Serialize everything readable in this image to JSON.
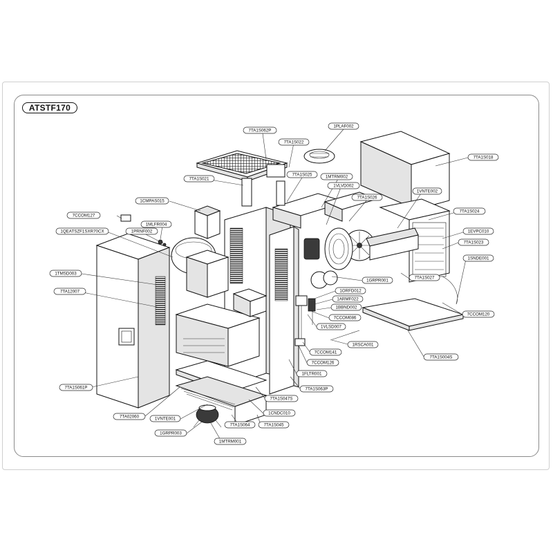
{
  "title": "ATSTF170",
  "parts": [
    {
      "id": "p1",
      "code": "7TA1S062P"
    },
    {
      "id": "p2",
      "code": "7TA1S022"
    },
    {
      "id": "p3",
      "code": "1PLAF002"
    },
    {
      "id": "p4",
      "code": "7TA1S018"
    },
    {
      "id": "p5",
      "code": "7TA1S021"
    },
    {
      "id": "p6",
      "code": "7TA1S025"
    },
    {
      "id": "p7",
      "code": "1MTRM002"
    },
    {
      "id": "p8",
      "code": "1VLVD002"
    },
    {
      "id": "p9",
      "code": "1VNTE002"
    },
    {
      "id": "p10",
      "code": "7TA1S026"
    },
    {
      "id": "p11",
      "code": "1CMPAS015"
    },
    {
      "id": "p12",
      "code": "7TA1S024"
    },
    {
      "id": "p13",
      "code": "7CCOM127"
    },
    {
      "id": "p14",
      "code": "1MLFR004"
    },
    {
      "id": "p15",
      "code": "1EVPC010"
    },
    {
      "id": "p16",
      "code": "1QEATSZF1SXR70CX"
    },
    {
      "id": "p17",
      "code": "1PRNF002"
    },
    {
      "id": "p18",
      "code": "7TA1S023"
    },
    {
      "id": "p19",
      "code": "1SNDE001"
    },
    {
      "id": "p20",
      "code": "1TMSD003"
    },
    {
      "id": "p21",
      "code": "7TA1S027"
    },
    {
      "id": "p22",
      "code": "1GRPR001"
    },
    {
      "id": "p23",
      "code": "7TA12007"
    },
    {
      "id": "p24",
      "code": "1ORFD012"
    },
    {
      "id": "p25",
      "code": "1ARMF022"
    },
    {
      "id": "p26",
      "code": "1BBND002"
    },
    {
      "id": "p27",
      "code": "7CCOM120"
    },
    {
      "id": "p28",
      "code": "7CCOM086"
    },
    {
      "id": "p29",
      "code": "1VLSD007"
    },
    {
      "id": "p30",
      "code": "1RSCA001"
    },
    {
      "id": "p31",
      "code": "7CCOM141"
    },
    {
      "id": "p32",
      "code": "7TA1S004S"
    },
    {
      "id": "p33",
      "code": "7CCOM126"
    },
    {
      "id": "p34",
      "code": "1FLTR001"
    },
    {
      "id": "p35",
      "code": "7TA1S061P"
    },
    {
      "id": "p36",
      "code": "7TA1S063P"
    },
    {
      "id": "p37",
      "code": "7TA1S047S"
    },
    {
      "id": "p38",
      "code": "7TA02060"
    },
    {
      "id": "p39",
      "code": "1CNDC010"
    },
    {
      "id": "p40",
      "code": "1VNTE001"
    },
    {
      "id": "p41",
      "code": "7TA1S064"
    },
    {
      "id": "p42",
      "code": "7TA1S045"
    },
    {
      "id": "p43",
      "code": "1GRPR003"
    },
    {
      "id": "p44",
      "code": "1MTRM001"
    }
  ]
}
